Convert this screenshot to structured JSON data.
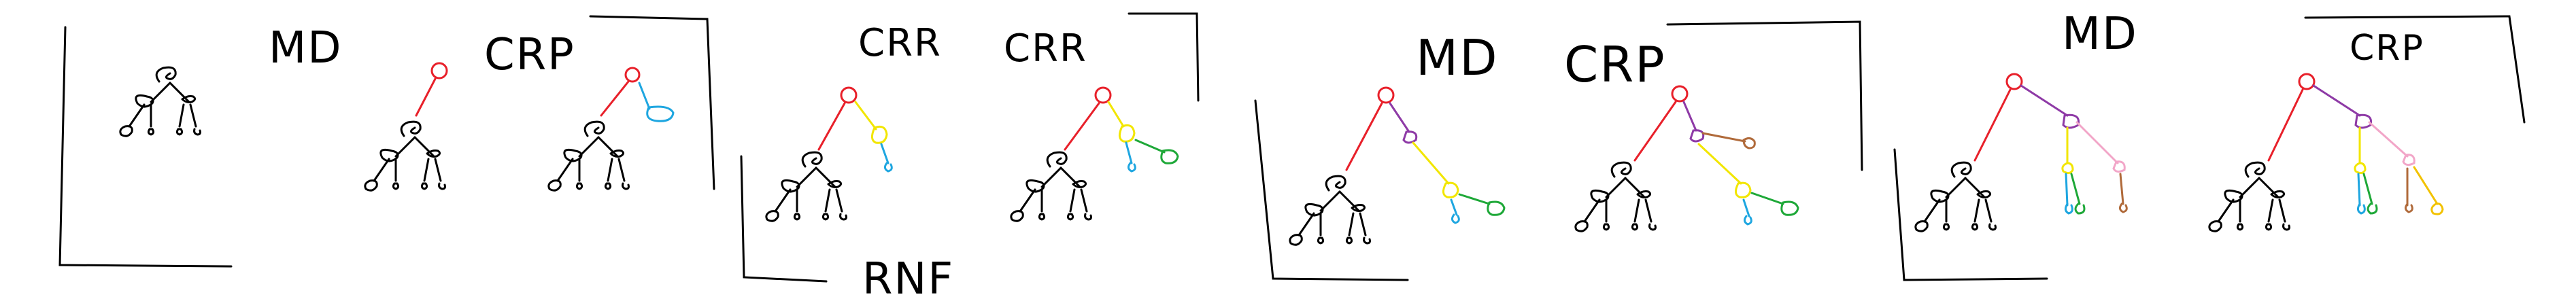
{
  "labels": {
    "p1_a": "MD",
    "p1_b": "CRP",
    "p2_a": "CRR",
    "p2_b": "CRR",
    "p2_c": "RNF",
    "p3_a": "MD",
    "p3_b": "CRP",
    "p4_a": "MD",
    "p4_b": "CRP"
  },
  "colors": {
    "ink": "#000000",
    "root_red": "#e8202a",
    "yellow": "#f2e600",
    "blue": "#1ea6e0",
    "green": "#1ea838",
    "purple": "#8e3aa6",
    "brown": "#b06a3a",
    "pink": "#f2a6c8",
    "orange_yellow": "#f2c200"
  }
}
